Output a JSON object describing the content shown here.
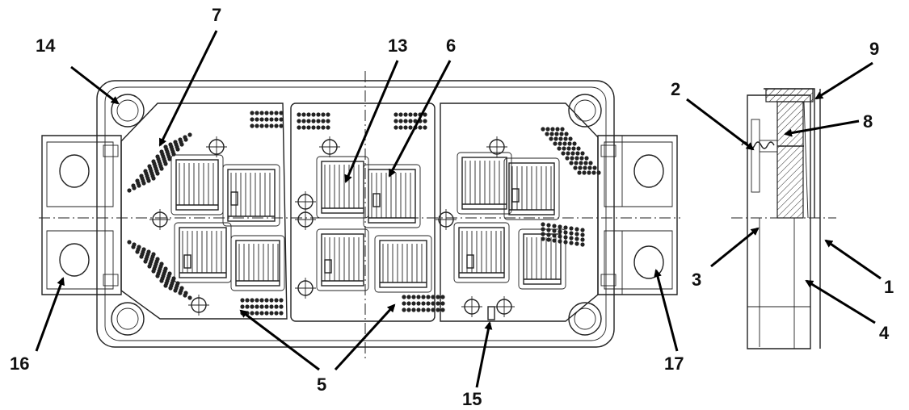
{
  "labels": {
    "l1": "1",
    "l2": "2",
    "l3": "3",
    "l4": "4",
    "l5": "5",
    "l6": "6",
    "l7": "7",
    "l8": "8",
    "l9": "9",
    "l13": "13",
    "l14": "14",
    "l15": "15",
    "l16": "16",
    "l17": "17"
  }
}
